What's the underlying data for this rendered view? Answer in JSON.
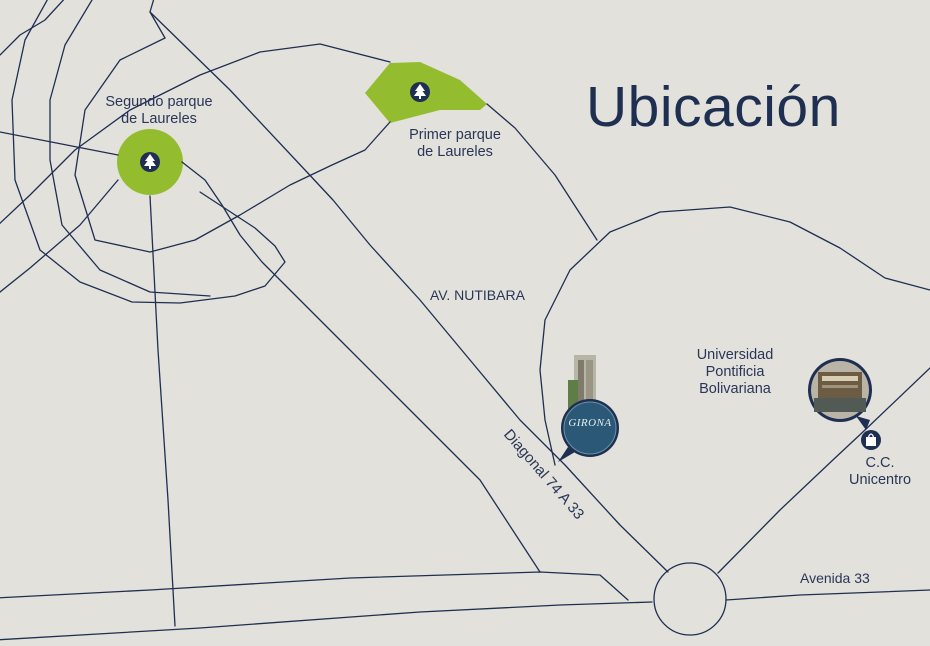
{
  "title": "Ubicación",
  "colors": {
    "background": "#e2e1dc",
    "road": "#1f2f52",
    "park": "#93bd2f",
    "text": "#2a3657"
  },
  "places": {
    "segundo_parque": "Segundo parque\nde Laureles",
    "primer_parque": "Primer parque\nde Laureles",
    "universidad": "Universidad\nPontificia\nBolivariana",
    "unicentro": "C.C.\nUnicentro"
  },
  "streets": {
    "nutibara": "AV. NUTIBARA",
    "diagonal": "Diagonal 74 A 33",
    "avenida33": "Avenida 33"
  },
  "project_logo": "GIRONA",
  "icons": {
    "park_marker": "tree-icon",
    "mall_marker": "shopping-bag-icon"
  }
}
